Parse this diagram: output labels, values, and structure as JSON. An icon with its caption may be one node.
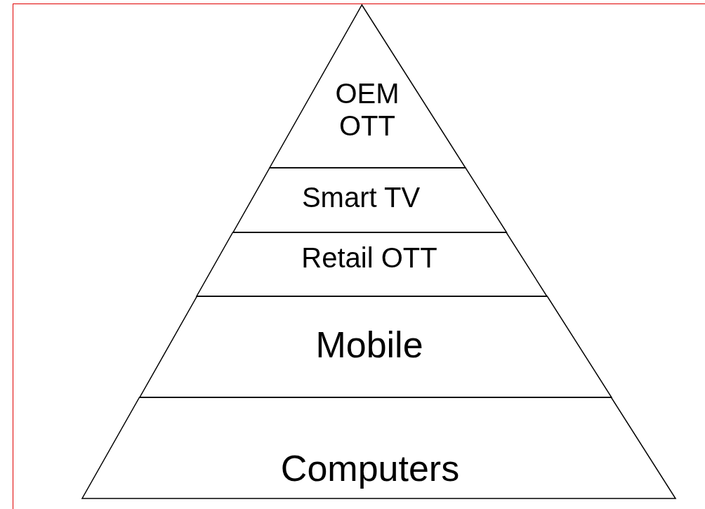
{
  "diagram": {
    "nodes": [
      {
        "text": [
          "OEM OTT"
        ]
      },
      {
        "text": [
          "Smart TV"
        ]
      },
      {
        "text": [
          "Retail OTT"
        ]
      },
      {
        "text": [
          "Mobile"
        ]
      },
      {
        "text": [
          "Computers"
        ]
      }
    ]
  }
}
